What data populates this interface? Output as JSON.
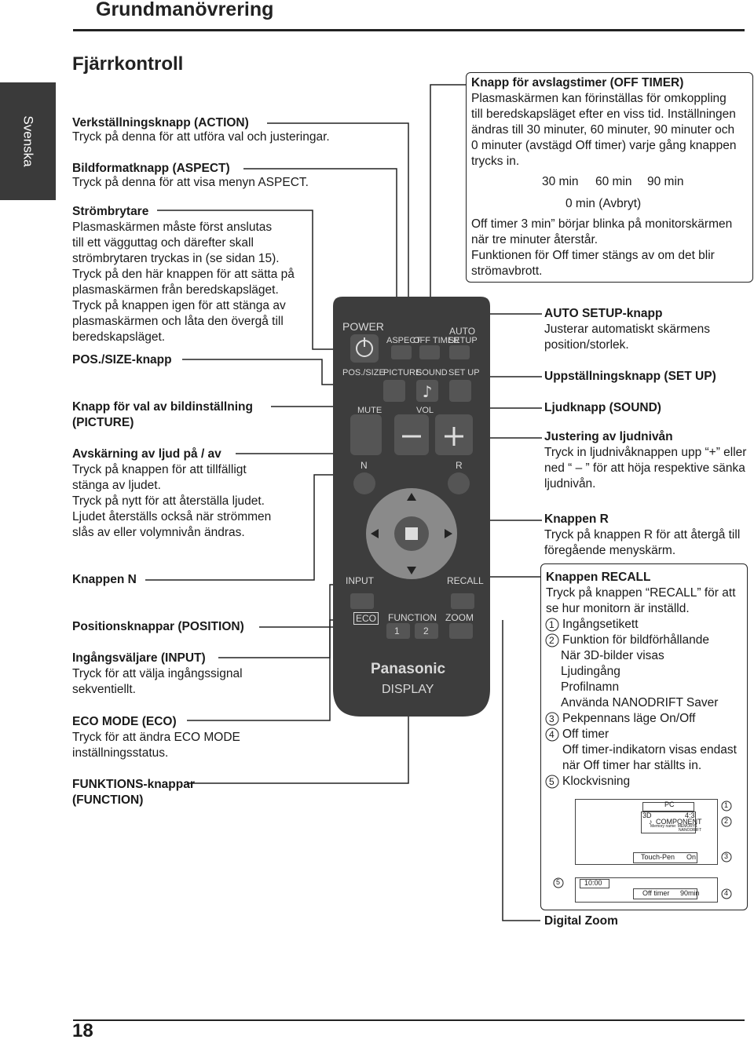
{
  "header": {
    "title": "Grundmanövrering",
    "sidebar_lang": "Svenska",
    "section_title": "Fjärrkontroll"
  },
  "left": {
    "action": {
      "title": "Verkställningsknapp (ACTION)",
      "text": "Tryck på denna för att utföra val och justeringar."
    },
    "aspect": {
      "title": "Bildformatknapp (ASPECT)",
      "text": "Tryck på denna för att visa menyn ASPECT."
    },
    "power": {
      "title": "Strömbrytare",
      "lines": [
        "Plasmaskärmen måste först anslutas",
        "till ett vägguttag och därefter skall",
        "strömbrytaren tryckas in (se sidan 15).",
        "Tryck på den här knappen för att sätta på",
        "plasmaskärmen från beredskapsläget.",
        "Tryck på knappen igen för att stänga av",
        "plasmaskärmen och låta den övergå till",
        "beredskapsläget."
      ]
    },
    "possize": {
      "title": "POS./SIZE-knapp"
    },
    "picture": {
      "title1": "Knapp för val av bildinställning",
      "title2": "(PICTURE)"
    },
    "mute": {
      "title": "Avskärning av ljud på / av",
      "lines": [
        "Tryck på knappen för att tillfälligt",
        "stänga av ljudet.",
        "Tryck på nytt för att återställa ljudet.",
        "Ljudet återställs också när strömmen",
        "slås av eller volymnivån ändras."
      ]
    },
    "n": {
      "title": "Knappen N"
    },
    "position": {
      "title": "Positionsknappar (POSITION)"
    },
    "input": {
      "title": "Ingångsväljare (INPUT)",
      "lines": [
        "Tryck för att välja ingångssignal",
        "sekventiellt."
      ]
    },
    "eco": {
      "title": "ECO MODE (ECO)",
      "lines": [
        "Tryck för att ändra ECO MODE",
        "inställningsstatus."
      ]
    },
    "function": {
      "title1": "FUNKTIONS-knappar",
      "title2": "(FUNCTION)"
    }
  },
  "right": {
    "offtimer": {
      "title": "Knapp för avslagstimer (OFF TIMER)",
      "lines": [
        "Plasmaskärmen kan förinställas för omkoppling",
        "till beredskapsläget efter en viss tid. Inställningen",
        "ändras till 30 minuter, 60 minuter, 90 minuter och",
        "0 minuter (avstägd Off timer) varje gång knappen",
        "trycks in."
      ],
      "cycle": [
        "30 min",
        "60 min",
        "90 min"
      ],
      "cycle_zero": "0 min (Avbryt)",
      "lines2": [
        "Off timer 3 min” börjar blinka på monitorskärmen",
        "när tre minuter återstår.",
        "Funktionen för Off timer stängs av om det blir",
        "strömavbrott."
      ]
    },
    "autosetup": {
      "title": "AUTO SETUP-knapp",
      "lines": [
        "Justerar automatiskt skärmens",
        "position/storlek."
      ]
    },
    "setup": {
      "title": "Uppställningsknapp (SET UP)"
    },
    "sound": {
      "title": "Ljudknapp (SOUND)"
    },
    "volume": {
      "title": "Justering av ljudnivån",
      "lines": [
        "Tryck in ljudnivåknappen upp “+” eller",
        "ned “ – ” för att höja respektive sänka",
        "ljudnivån."
      ]
    },
    "r": {
      "title": "Knappen R",
      "lines": [
        "Tryck på knappen R för att återgå till",
        "föregående menyskärm."
      ]
    },
    "recall": {
      "title": "Knappen RECALL",
      "lines": [
        "Tryck på knappen “RECALL” för att",
        "se hur monitorn är inställd."
      ],
      "items": [
        {
          "num": "1",
          "text": "Ingångsetikett"
        },
        {
          "num": "2",
          "text": "Funktion för bildförhållande"
        }
      ],
      "sub2": [
        "När 3D-bilder visas",
        "Ljudingång",
        "Profilnamn",
        "Använda NANODRIFT Saver"
      ],
      "items2": [
        {
          "num": "3",
          "text": "Pekpennans läge On/Off"
        },
        {
          "num": "4",
          "text": "Off timer"
        }
      ],
      "sub4": [
        "Off timer-indikatorn visas endast",
        "när Off timer har ställts in."
      ],
      "items3": [
        {
          "num": "5",
          "text": "Klockvisning"
        }
      ]
    },
    "osd": {
      "pc": "PC",
      "d3": "3D",
      "ratio": "4:3",
      "component": "COMPONENT",
      "memory": "Memory name: MEMORY1",
      "nanodrift": "NANODRIFT",
      "touchpen": "Touch-Pen",
      "on": "On",
      "clock": "10:00",
      "offtimer": "Off timer",
      "offval": "90min",
      "markers": [
        "1",
        "2",
        "3",
        "5",
        "4"
      ]
    },
    "digitalzoom": {
      "title": "Digital Zoom"
    }
  },
  "remote": {
    "power": "POWER",
    "auto": "AUTO",
    "aspect": "ASPECT",
    "offtimer": "OFF TIMER",
    "setup": "SETUP",
    "possize": "POS./SIZE",
    "picture": "PICTURE",
    "sound": "SOUND",
    "setup2": "SET UP",
    "mute": "MUTE",
    "vol": "VOL",
    "n": "N",
    "r": "R",
    "input": "INPUT",
    "recall": "RECALL",
    "eco": "ECO",
    "function": "FUNCTION",
    "zoom": "ZOOM",
    "f1": "1",
    "f2": "2",
    "brand": "Panasonic",
    "display": "DISPLAY"
  },
  "footer": {
    "page_number": "18"
  }
}
